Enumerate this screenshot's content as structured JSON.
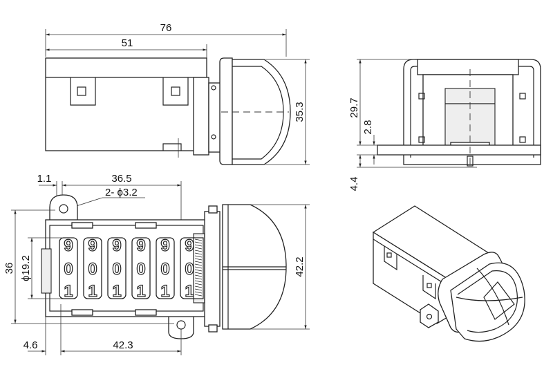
{
  "dimensions": {
    "top_total_width": "76",
    "top_body_width": "51",
    "top_height": "35.3",
    "side_height": "29.7",
    "side_step": "2.8",
    "side_bottom": "4.4",
    "front_offset": "1.1",
    "front_width": "36.5",
    "hole_spec": "2- ϕ3.2",
    "front_height": "36",
    "wheel_dia": "ϕ19.2",
    "front_cap_height": "42.2",
    "front_left": "4.6",
    "front_bottom_width": "42.3"
  },
  "counter": {
    "wheels": [
      [
        "9",
        "0",
        "1"
      ],
      [
        "9",
        "0",
        "1"
      ],
      [
        "9",
        "0",
        "1"
      ],
      [
        "9",
        "0",
        "1"
      ],
      [
        "9",
        "0",
        "1"
      ],
      [
        "9",
        "0",
        "1"
      ]
    ]
  }
}
